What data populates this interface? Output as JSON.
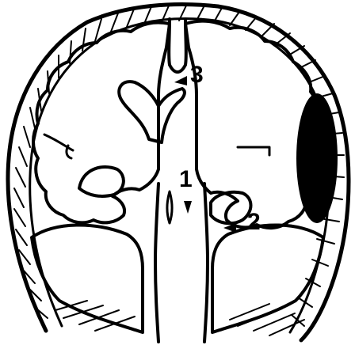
{
  "figure": {
    "labels": {
      "one": "1",
      "two": "2",
      "three": "3"
    },
    "colors": {
      "ink": "#000000",
      "background": "#ffffff",
      "lesion": "#000000"
    }
  }
}
